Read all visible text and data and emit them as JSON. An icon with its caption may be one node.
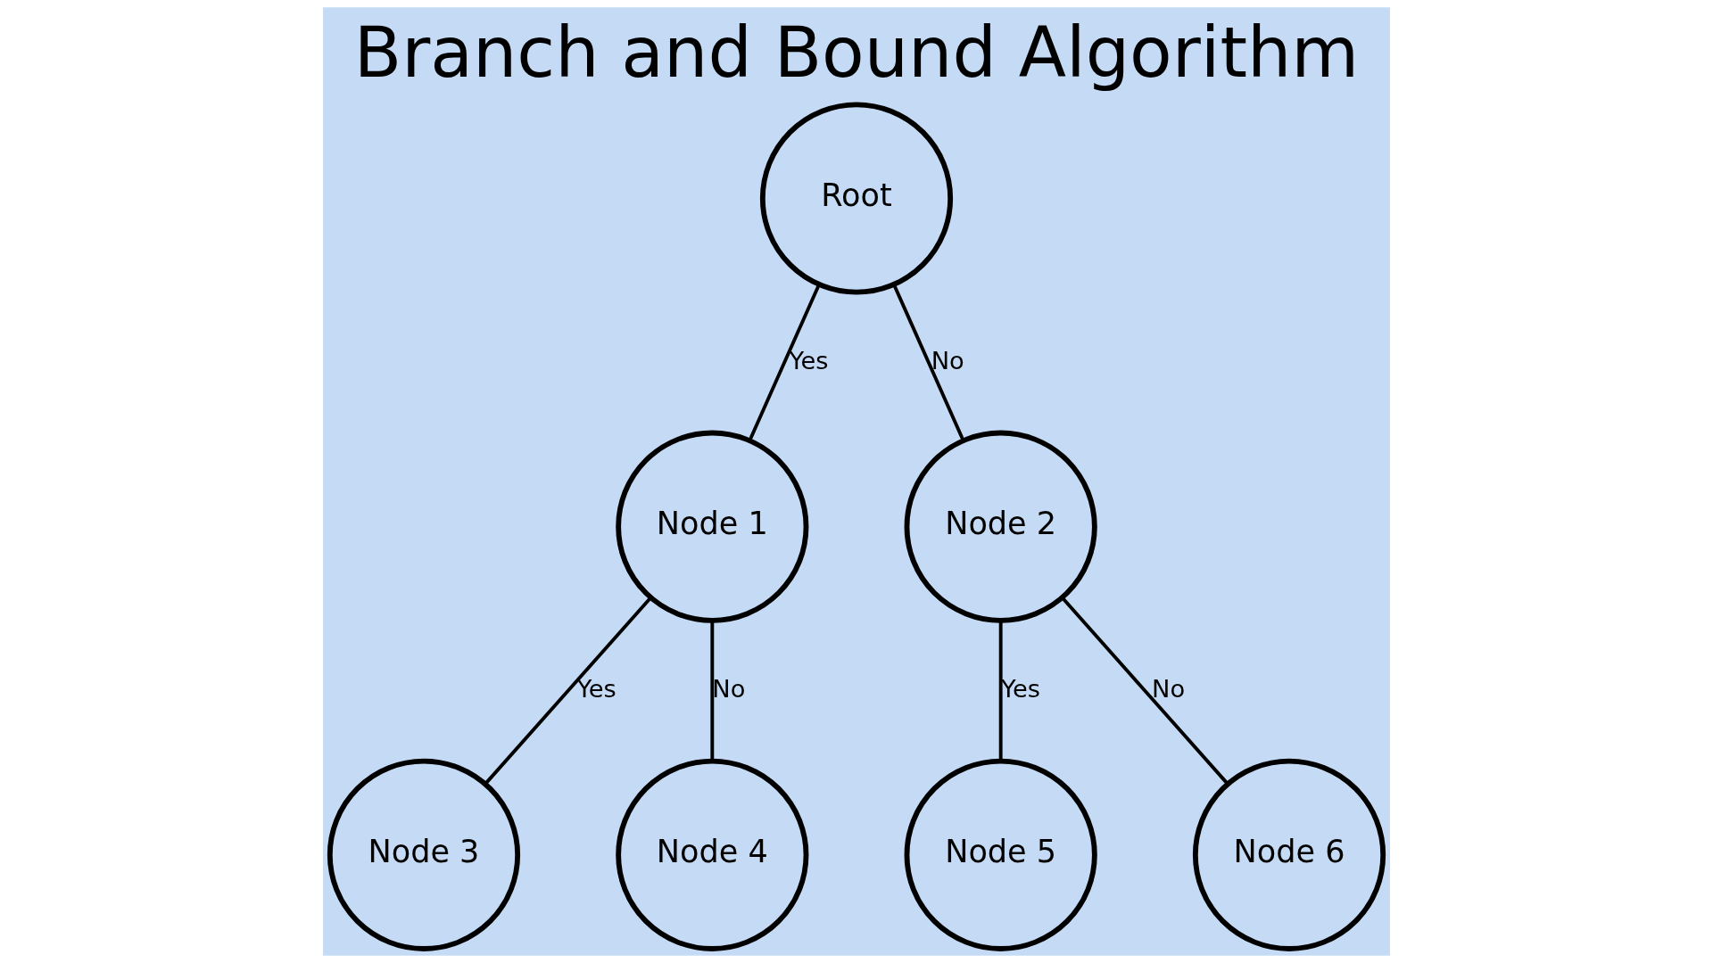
{
  "diagram": {
    "title": "Branch and Bound Algorithm",
    "nodes": [
      {
        "text": [
          "Root"
        ]
      },
      {
        "text": [
          "Node 1"
        ]
      },
      {
        "text": [
          "Node 2"
        ]
      },
      {
        "text": [
          "Node 3"
        ]
      },
      {
        "text": [
          "Node 4"
        ]
      },
      {
        "text": [
          "Node 5"
        ]
      },
      {
        "text": [
          "Node 6"
        ]
      }
    ],
    "edges": [
      {
        "from": 0,
        "to": 1,
        "arrow": "none",
        "label": "Yes"
      },
      {
        "from": 0,
        "to": 2,
        "arrow": "none",
        "label": "No"
      },
      {
        "from": 1,
        "to": 3,
        "arrow": "none",
        "label": "Yes"
      },
      {
        "from": 1,
        "to": 4,
        "arrow": "none",
        "label": "No"
      },
      {
        "from": 2,
        "to": 5,
        "arrow": "none",
        "label": "Yes"
      },
      {
        "from": 2,
        "to": 6,
        "arrow": "none",
        "label": "No"
      }
    ]
  }
}
